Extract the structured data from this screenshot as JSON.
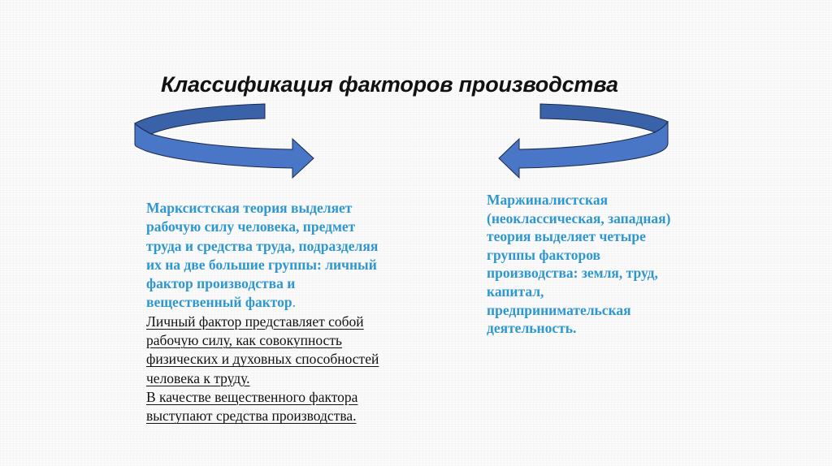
{
  "slide": {
    "title": "Классификация факторов производства",
    "colors": {
      "arrow_back": "#3a62a9",
      "arrow_front": "#4a76c8",
      "arrow_outline": "#1a2a4a",
      "accent_text": "#2f97cf",
      "body_text": "#111111"
    },
    "left_arrow": {
      "icon": "curved-arrow-right-icon"
    },
    "right_arrow": {
      "icon": "curved-arrow-left-icon"
    },
    "marxist": {
      "heading_lines": [
        "Марксистская теория выделяет",
        "рабочую силу человека, предмет",
        "труда и средства труда, подразделяя",
        "их на две большие группы: личный",
        "фактор производства и",
        "вещественный фактор"
      ],
      "heading_end": ".",
      "detail_lines": [
        "Личный фактор представляет собой",
        "рабочую силу, как совокупность",
        "физических и духовных способностей",
        "человека к труду.",
        "В качестве вещественного фактора",
        "выступают средства производства."
      ]
    },
    "marginalist": {
      "lines": [
        "Маржиналистская",
        "(неоклассическая, западная)",
        "теория выделяет четыре",
        "группы факторов",
        "производства: земля, труд,",
        "капитал,",
        "предпринимательская",
        "деятельность."
      ]
    }
  }
}
